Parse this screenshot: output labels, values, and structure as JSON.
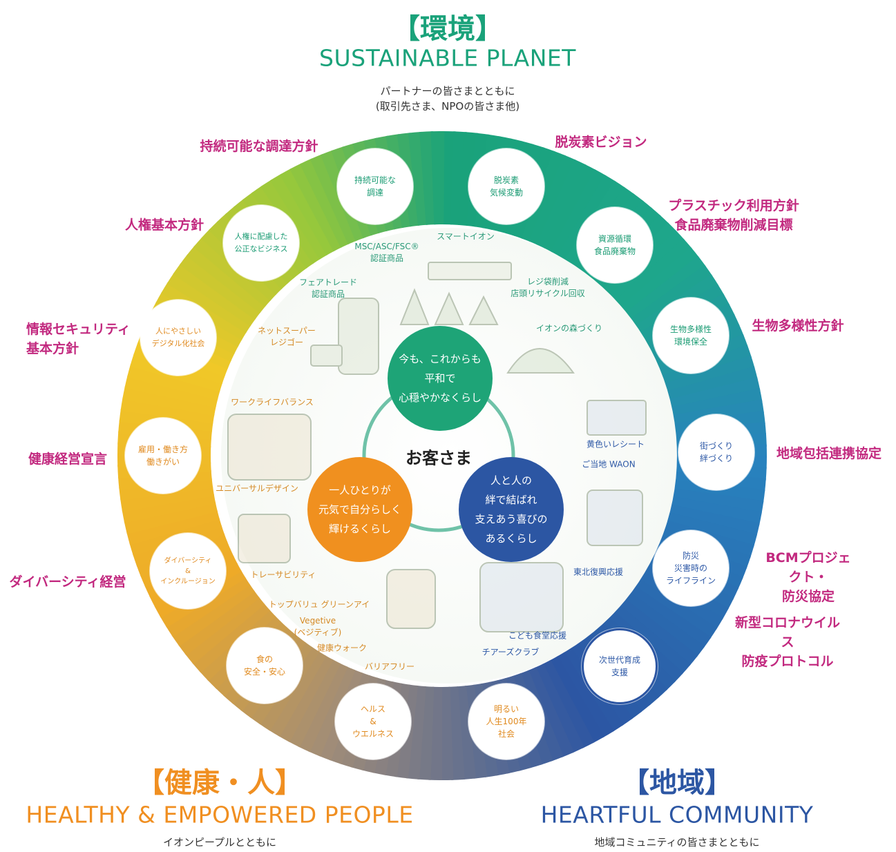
{
  "sections": {
    "environment": {
      "jp": "【環境】",
      "en": "SUSTAINABLE PLANET",
      "sub": "パートナーの皆さまとともに\n(取引先さま、NPOの皆さま他)",
      "color": "#1aa27a"
    },
    "health": {
      "jp": "【健康・人】",
      "en": "HEALTHY & EMPOWERED PEOPLE",
      "sub": "イオンピープルとともに",
      "color": "#f08f21"
    },
    "community": {
      "jp": "【地域】",
      "en": "HEARTFUL COMMUNITY",
      "sub": "地域コミュニティの皆さまとともに",
      "color": "#2c56a3"
    }
  },
  "policies": {
    "sustainable_procurement": "持続可能な調達方針",
    "decarbonization": "脱炭素ビジョン",
    "plastic": "プラスチック利用方針\n食品廃棄物削減目標",
    "human_rights": "人権基本方針",
    "biodiversity": "生物多様性方針",
    "info_security": "情報セキュリティ\n基本方針",
    "regional": "地域包括連携協定",
    "health_management": "健康経営宣言",
    "bcm": "BCMプロジェクト・\n防災協定",
    "diversity": "ダイバーシティ経営",
    "covid": "新型コロナウイルス\n防疫プロトコル"
  },
  "bubbles": {
    "procurement": "持続可能な\n調達",
    "climate": "脱炭素\n気候変動",
    "resources": "資源循環\n食品廃棄物",
    "fair_business": "人権に配慮した\n公正なビジネス",
    "biodiversity": "生物多様性\n環境保全",
    "digital": "人にやさしい\nデジタル化社会",
    "town": "街づくり\n絆づくり",
    "employment": "雇用・働き方\n働きがい",
    "disaster": "防災\n災害時の\nライフライン",
    "diversity": "ダイバーシティ\n&\nインクルージョン",
    "next_gen": "次世代育成\n支援",
    "food_safety": "食の\n安全・安心",
    "health": "ヘルス\n&\nウエルネス",
    "life100": "明るい\n人生100年\n社会"
  },
  "inner_labels": {
    "smart_aeon": "スマートイオン",
    "msc": "MSC/ASC/FSC®\n認証商品",
    "bag": "レジ袋削減\n店頭リサイクル回収",
    "fairtrade": "フェアトレード\n認証商品",
    "forest": "イオンの森づくり",
    "net_super": "ネットスーパー\nレジゴー",
    "work_life": "ワークライフバランス",
    "yellow_receipt": "黄色いレシート",
    "waon": "ご当地 WAON",
    "universal": "ユニバーサルデザイン",
    "traceability": "トレーサビリティ",
    "tohoku": "東北復興応援",
    "topvalu": "トップバリュ グリーンアイ",
    "vegetive": "Vegetive\n(ベジティブ)",
    "walk": "健康ウォーク",
    "barrier_free": "バリアフリー",
    "kids_cafeteria": "こども食堂応援",
    "cheers": "チアーズクラブ"
  },
  "core": {
    "customer": "お客さま",
    "environment": "今も、これからも\n平和で\n心穏やかなくらし",
    "health": "一人ひとりが\n元気で自分らしく\n輝けるくらし",
    "community": "人と人の\n絆で結ばれ\n支えあう喜びの\nあるくらし"
  }
}
